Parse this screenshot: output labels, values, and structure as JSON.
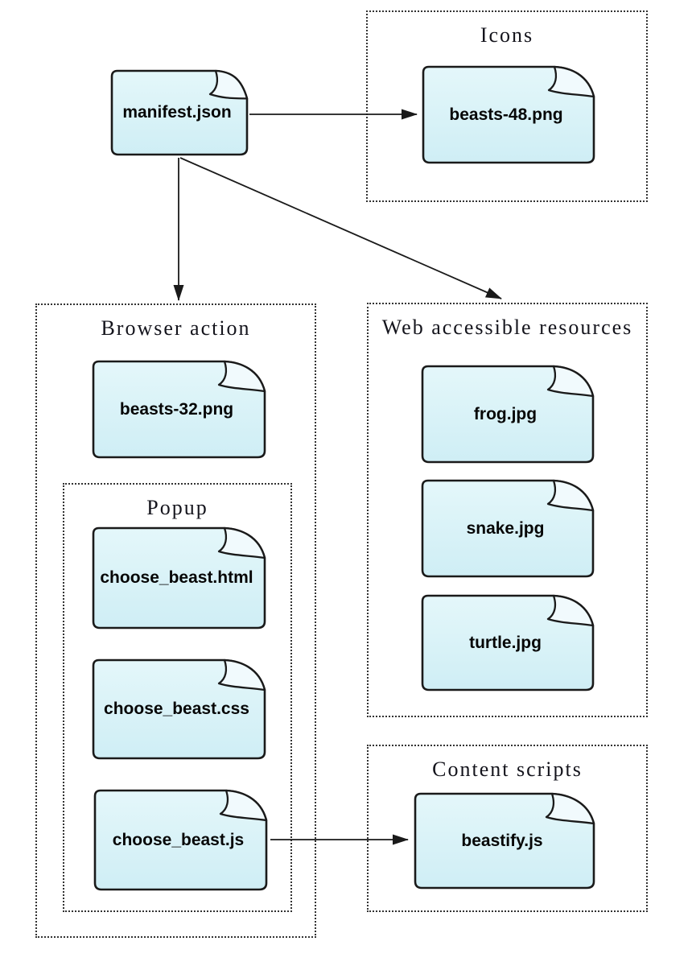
{
  "diagram": {
    "groups": {
      "icons": {
        "title": "Icons"
      },
      "browser_action": {
        "title": "Browser action"
      },
      "popup": {
        "title": "Popup"
      },
      "web_accessible_resources": {
        "title": "Web accessible resources"
      },
      "content_scripts": {
        "title": "Content scripts"
      }
    },
    "files": {
      "manifest": {
        "label": "manifest.json"
      },
      "beasts48": {
        "label": "beasts-48.png"
      },
      "beasts32": {
        "label": "beasts-32.png"
      },
      "choose_html": {
        "label": "choose_beast.html"
      },
      "choose_css": {
        "label": "choose_beast.css"
      },
      "choose_js": {
        "label": "choose_beast.js"
      },
      "frog": {
        "label": "frog.jpg"
      },
      "snake": {
        "label": "snake.jpg"
      },
      "turtle": {
        "label": "turtle.jpg"
      },
      "beastify": {
        "label": "beastify.js"
      }
    },
    "edges": [
      {
        "from": "manifest.json",
        "to": "beasts-48.png"
      },
      {
        "from": "manifest.json",
        "to": "Browser action"
      },
      {
        "from": "manifest.json",
        "to": "Web accessible resources"
      },
      {
        "from": "choose_beast.js",
        "to": "beastify.js"
      }
    ],
    "colors": {
      "background": "#ffffff",
      "file_fill_top": "#e4f7fa",
      "file_fill_bottom": "#cfeef5",
      "file_flap_fill": "#f1fafd",
      "file_border": "#1a1a1a",
      "box_border": "#333333",
      "title_color": "#14141c",
      "label_color": "#060606",
      "arrow_color": "#1a1a1a"
    }
  }
}
